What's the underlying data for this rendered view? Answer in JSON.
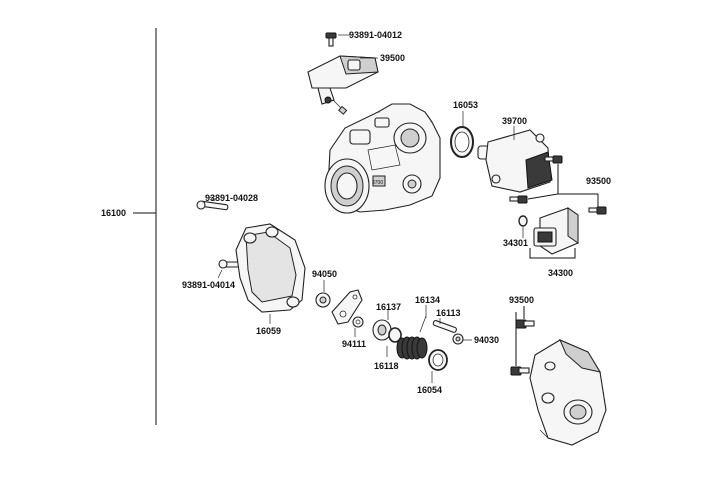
{
  "labels": {
    "p16100": "16100",
    "p93891_04012": "93891-04012",
    "p39500": "39500",
    "p16053": "16053",
    "p39700": "39700",
    "p93500_top": "93500",
    "p93891_04028": "93891-04028",
    "p93891_04014": "93891-04014",
    "p16059": "16059",
    "p34301": "34301",
    "p34300": "34300",
    "p94050": "94050",
    "p16137": "16137",
    "p16134": "16134",
    "p16113": "16113",
    "p94030": "94030",
    "p94111": "94111",
    "p16118": "16118",
    "p16054": "16054",
    "p93500_bottom": "93500",
    "stamp": "3700"
  }
}
